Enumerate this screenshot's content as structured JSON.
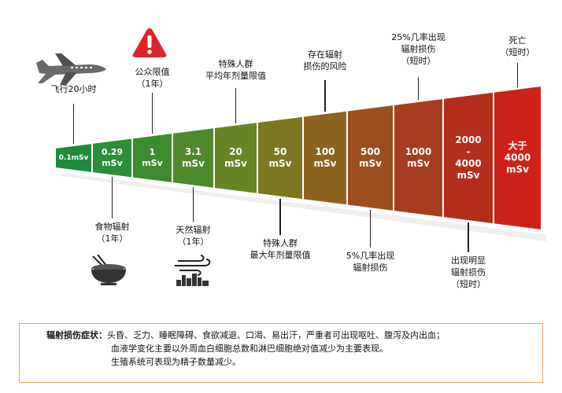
{
  "segments": [
    {
      "lines": [
        "0.1mSv"
      ],
      "color": "#1f8a3c"
    },
    {
      "lines": [
        "0.29",
        "mSv"
      ],
      "color": "#2c8e36"
    },
    {
      "lines": [
        "1",
        "mSv"
      ],
      "color": "#3c8c2e"
    },
    {
      "lines": [
        "3.1",
        "mSv"
      ],
      "color": "#4f8a2a"
    },
    {
      "lines": [
        "20",
        "mSv"
      ],
      "color": "#678426"
    },
    {
      "lines": [
        "50",
        "mSv"
      ],
      "color": "#7d7622"
    },
    {
      "lines": [
        "100",
        "mSv"
      ],
      "color": "#8e6320"
    },
    {
      "lines": [
        "500",
        "mSv"
      ],
      "color": "#9c4e1f"
    },
    {
      "lines": [
        "1000",
        "mSv"
      ],
      "color": "#a83c1e"
    },
    {
      "lines": [
        "2000",
        "-",
        "4000",
        "mSv"
      ],
      "color": "#b42e1c"
    },
    {
      "lines": [
        "大于",
        "4000",
        "mSv"
      ],
      "color": "#cc2219"
    }
  ],
  "above_labels": [
    {
      "seg": 0,
      "lines": [
        "飞行20小时"
      ]
    },
    {
      "seg": 2,
      "lines": [
        "公众限值",
        "（1年）"
      ]
    },
    {
      "seg": 4,
      "lines": [
        "特殊人群",
        "平均年剂量限值"
      ]
    },
    {
      "seg": 6,
      "lines": [
        "存在辐射",
        "损伤的风险"
      ]
    },
    {
      "seg": 8,
      "lines": [
        "25%几率出现",
        "辐射损伤",
        "（短时）"
      ]
    },
    {
      "seg": 10,
      "lines": [
        "死亡",
        "（短时）"
      ]
    }
  ],
  "below_labels": [
    {
      "seg": 1,
      "lines": [
        "食物辐射",
        "（1年）"
      ]
    },
    {
      "seg": 3,
      "lines": [
        "天然辐射",
        "（1年）"
      ]
    },
    {
      "seg": 5,
      "lines": [
        "特殊人群",
        "最大年剂量限值"
      ]
    },
    {
      "seg": 7,
      "lines": [
        "5%几率出现",
        "辐射损伤"
      ]
    },
    {
      "seg": 9,
      "lines": [
        "出现明显",
        "辐射损伤",
        "（短时）"
      ]
    }
  ],
  "icons": {
    "airplane": "airplane-icon",
    "warning": "warning-icon",
    "food": "food-bowl-icon",
    "nature": "wind-city-icon"
  },
  "info": {
    "prefix": "辐射损伤症状：",
    "line1": "头昏、乏力、睡眠障碍、食欲减退、口渴、易出汗，严重者可出现呕吐、腹泻及内出血；",
    "line2": "血液学变化主要以外周血白细胞总数和淋巴细胞绝对值减少为主要表现。",
    "line3": "生殖系统可表现为精子数量减少。"
  },
  "colors": {
    "warning_red": "#d9262a",
    "info_border": "#f0a060"
  }
}
